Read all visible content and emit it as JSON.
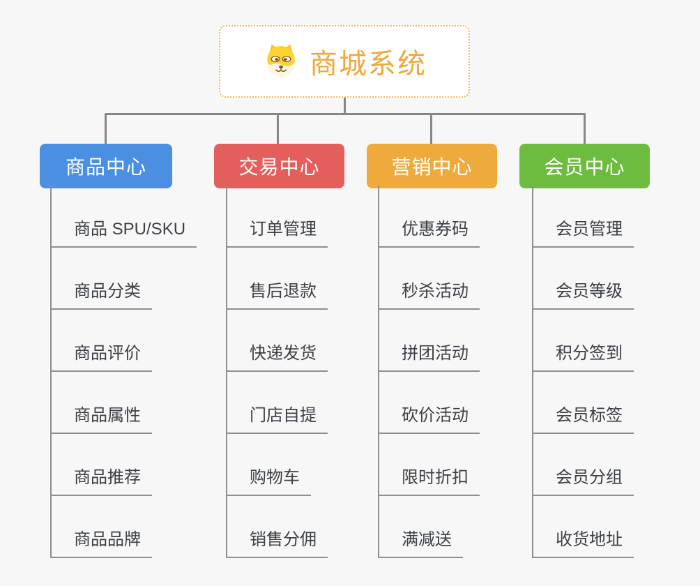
{
  "root": {
    "title": "商城系统",
    "icon": "doge-icon"
  },
  "branches": [
    {
      "id": "goods-center",
      "label": "商品中心",
      "color": "#4a8fe2",
      "items": [
        "商品 SPU/SKU",
        "商品分类",
        "商品评价",
        "商品属性",
        "商品推荐",
        "商品品牌"
      ]
    },
    {
      "id": "trade-center",
      "label": "交易中心",
      "color": "#e45f5c",
      "items": [
        "订单管理",
        "售后退款",
        "快递发货",
        "门店自提",
        "购物车",
        "销售分佣"
      ]
    },
    {
      "id": "marketing-center",
      "label": "营销中心",
      "color": "#eeab3c",
      "items": [
        "优惠券码",
        "秒杀活动",
        "拼团活动",
        "砍价活动",
        "限时折扣",
        "满减送"
      ]
    },
    {
      "id": "member-center",
      "label": "会员中心",
      "color": "#6ebc3f",
      "items": [
        "会员管理",
        "会员等级",
        "积分签到",
        "会员标签",
        "会员分组",
        "收货地址"
      ]
    }
  ],
  "colors": {
    "background": "#f7f7f7",
    "connector": "#848688",
    "underline": "#8d8f92",
    "root_accent": "#f0a73d",
    "root_border": "#f2b553",
    "leaf_text": "#3c4046"
  }
}
